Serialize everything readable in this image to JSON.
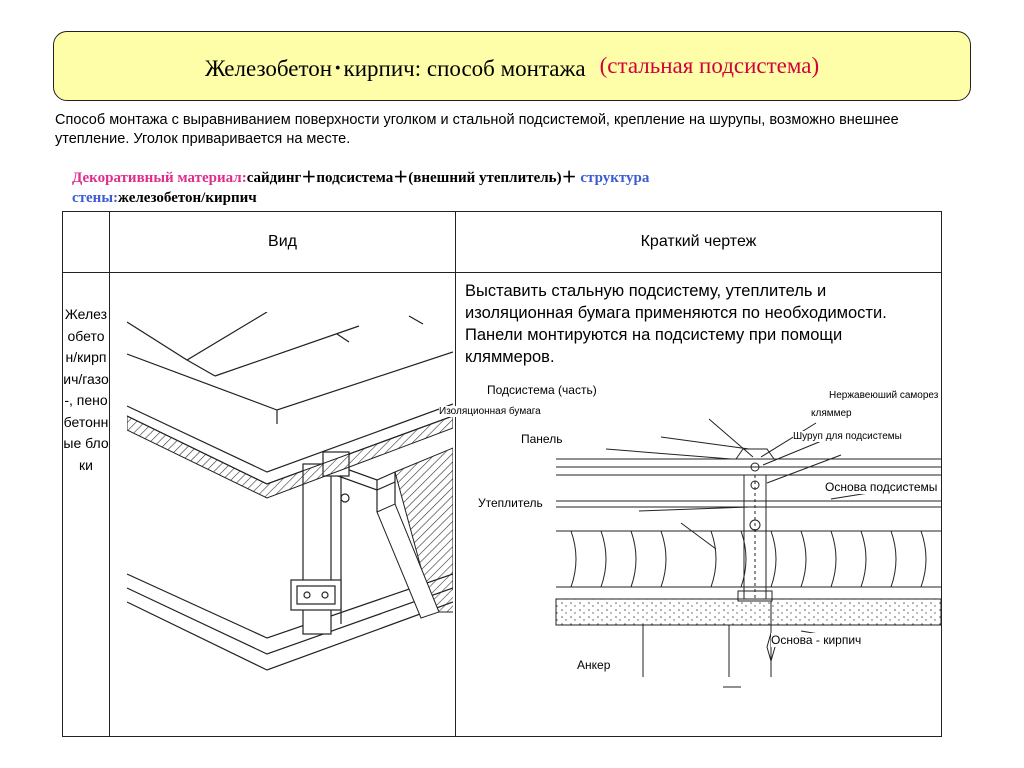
{
  "title": {
    "main": "Железобетон･кирпич: способ монтажа",
    "accent": "(стальная подсистема)"
  },
  "intro": "Способ монтажа с выравниванием поверхности уголком и стальной подсистемой, крепление на шурупы, возможно внешнее утепление. Уголок приваривается на месте.",
  "materials": {
    "decor_label": "Декоративный материал",
    "decor_value": "сайдинг＋подсистема＋(внешний утеплитель)＋",
    "structure_label_1": "структура",
    "structure_label_2": "стены",
    "structure_value": "железобетон/кирпич",
    "colon": ":"
  },
  "table": {
    "header_view": "Вид",
    "header_drawing": "Краткий чертеж",
    "row_label": "Железобетон/кирпич/газо-, пенобетонные блоки",
    "description": "Выставить стальную подсистему, утеплитель и изоляционная бумага применяются по необходимости. Панели монтируются на подсистему при помощи кляммеров."
  },
  "drawing_labels": {
    "subsystem_part": "Подсистема (часть)",
    "stainless_screw": "Нержавеюший саморез",
    "insulation_paper": "Изоляционная бумага",
    "clamp": "кляммер",
    "panel": "Панель",
    "subsystem_screw": "Шуруп для подсистемы",
    "subsystem_base": "Основа подсистемы",
    "insulation": "Утеплитель",
    "base_brick": "Основа - кирпич",
    "anchor": "Анкер"
  },
  "colors": {
    "title_bg": "#fffea8",
    "accent_red": "#d2003c",
    "pink": "#e02c8c",
    "blue": "#3b5bd6"
  }
}
